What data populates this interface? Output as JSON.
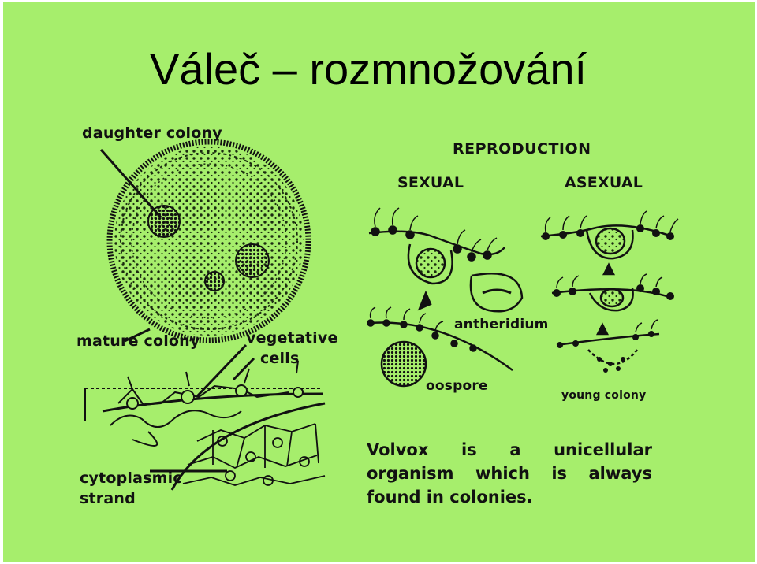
{
  "slide": {
    "title": "Váleč – rozmnožování",
    "background_color": "#a6ee6c"
  },
  "diagram": {
    "left_labels": {
      "daughter_colony": "daughter colony",
      "mature_colony": "mature colony",
      "vegetative": "vegetative",
      "cells": "cells",
      "cytoplasmic": "cytoplasmic",
      "strand": "strand"
    },
    "reproduction": {
      "heading": "REPRODUCTION",
      "sexual": "SEXUAL",
      "asexual": "ASEXUAL",
      "antheridium": "antheridium",
      "oospore": "oospore",
      "young_colony": "young colony"
    },
    "description": {
      "row1": [
        "Volvox",
        "is",
        "a",
        "unicellular"
      ],
      "row2": [
        "organism",
        "which",
        "is",
        "always"
      ],
      "row3": "found in colonies."
    }
  }
}
